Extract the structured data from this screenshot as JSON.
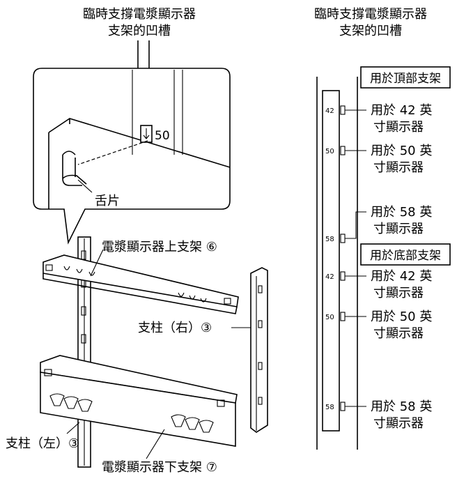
{
  "left": {
    "title_line1": "臨時支撐電漿顯示器",
    "title_line2": "支架的凹槽",
    "callout_number": "50",
    "tongue_label": "舌片",
    "upper_bracket_label": "電漿顯示器上支架 ⑥",
    "right_pillar_label": "支柱（右）③",
    "left_pillar_label": "支柱（左）③",
    "lower_bracket_label": "電漿顯示器下支架 ⑦"
  },
  "right": {
    "title_line1": "臨時支撐電漿顯示器",
    "title_line2": "支架的凹槽",
    "top_section_label": "用於頂部支架",
    "bottom_section_label": "用於底部支架",
    "slots": [
      {
        "number": "42",
        "line1": "用於 42 英",
        "line2": "寸顯示器"
      },
      {
        "number": "50",
        "line1": "用於 50 英",
        "line2": "寸顯示器"
      },
      {
        "number": "58",
        "line1": "用於 58 英",
        "line2": "寸顯示器"
      },
      {
        "number": "42",
        "line1": "用於 42 英",
        "line2": "寸顯示器"
      },
      {
        "number": "50",
        "line1": "用於 50 英",
        "line2": "寸顯示器"
      },
      {
        "number": "58",
        "line1": "用於 58 英",
        "line2": "寸顯示器"
      }
    ]
  }
}
